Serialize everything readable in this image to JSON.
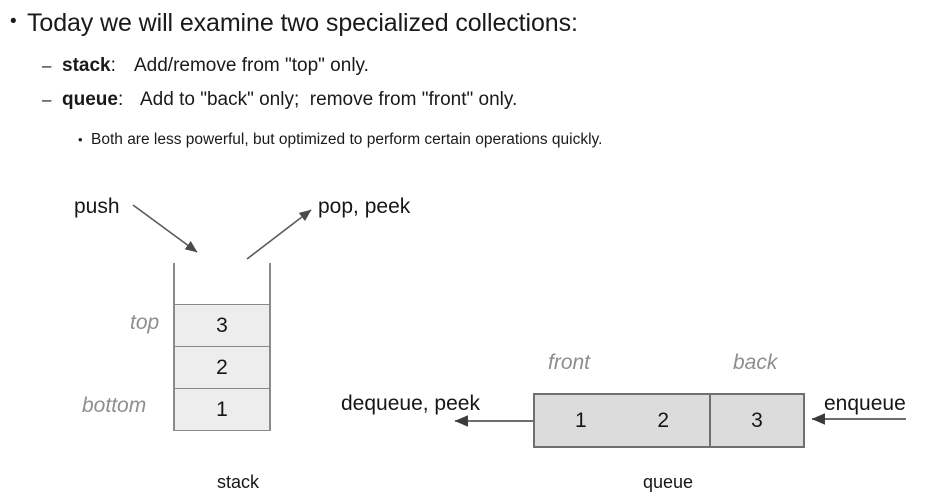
{
  "slide": {
    "heading": {
      "marker": "•",
      "text": "Today we will examine two specialized collections:"
    },
    "items": [
      {
        "marker": "–",
        "term": "stack",
        "colon": ":",
        "description": "Add/remove from \"top\" only."
      },
      {
        "marker": "–",
        "term": "queue",
        "colon": ":",
        "description": "Add to \"back\" only;  remove from \"front\" only."
      }
    ],
    "note": {
      "marker": "•",
      "text": "Both are less powerful, but optimized to perform certain operations quickly."
    }
  },
  "stack_diagram": {
    "caption": "stack",
    "push_label": "push",
    "pop_label": "pop, peek",
    "top_label": "top",
    "bottom_label": "bottom",
    "cells": [
      "3",
      "2",
      "1"
    ],
    "cell_fill": "#ededed",
    "border_color": "#8a8a8a"
  },
  "queue_diagram": {
    "caption": "queue",
    "front_label": "front",
    "back_label": "back",
    "dequeue_label": "dequeue, peek",
    "enqueue_label": "enqueue",
    "cells": [
      "1",
      "2",
      "3"
    ],
    "cell_fill": "#dcdcdc",
    "border_color": "#6f6f6f"
  },
  "colors": {
    "background": "#ffffff",
    "text": "#161616",
    "muted_label": "#8e8e8e",
    "arrow": "#5a5a5a"
  }
}
